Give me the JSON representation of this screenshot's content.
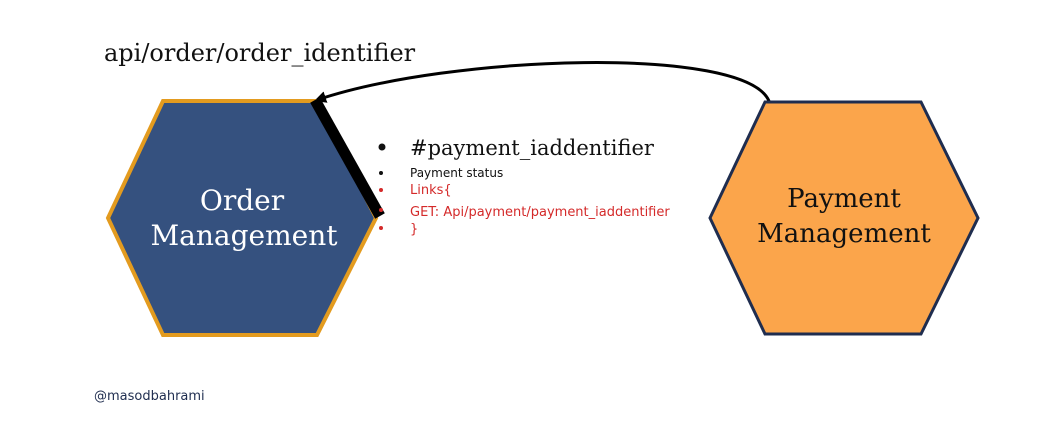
{
  "endpoint_label": "api/order/order_identifier",
  "order_node": {
    "line1": "Order",
    "line2": "Management",
    "fill": "#35517f",
    "stroke": "#e39b1f"
  },
  "payment_node": {
    "line1": "Payment",
    "line2": "Management",
    "fill": "#fba54b",
    "stroke": "#1f2d4f"
  },
  "payload": {
    "items": [
      {
        "text": "#payment_iaddentifier",
        "color": "#111111"
      },
      {
        "text": "Payment status",
        "color": "#111111"
      },
      {
        "text": "Links{",
        "color": "#d42a2a"
      },
      {
        "text": "GET: Api/payment/payment_iaddentifier",
        "color": "#d42a2a"
      },
      {
        "text": "}",
        "color": "#d42a2a"
      }
    ]
  },
  "author": "@masodbahrami"
}
